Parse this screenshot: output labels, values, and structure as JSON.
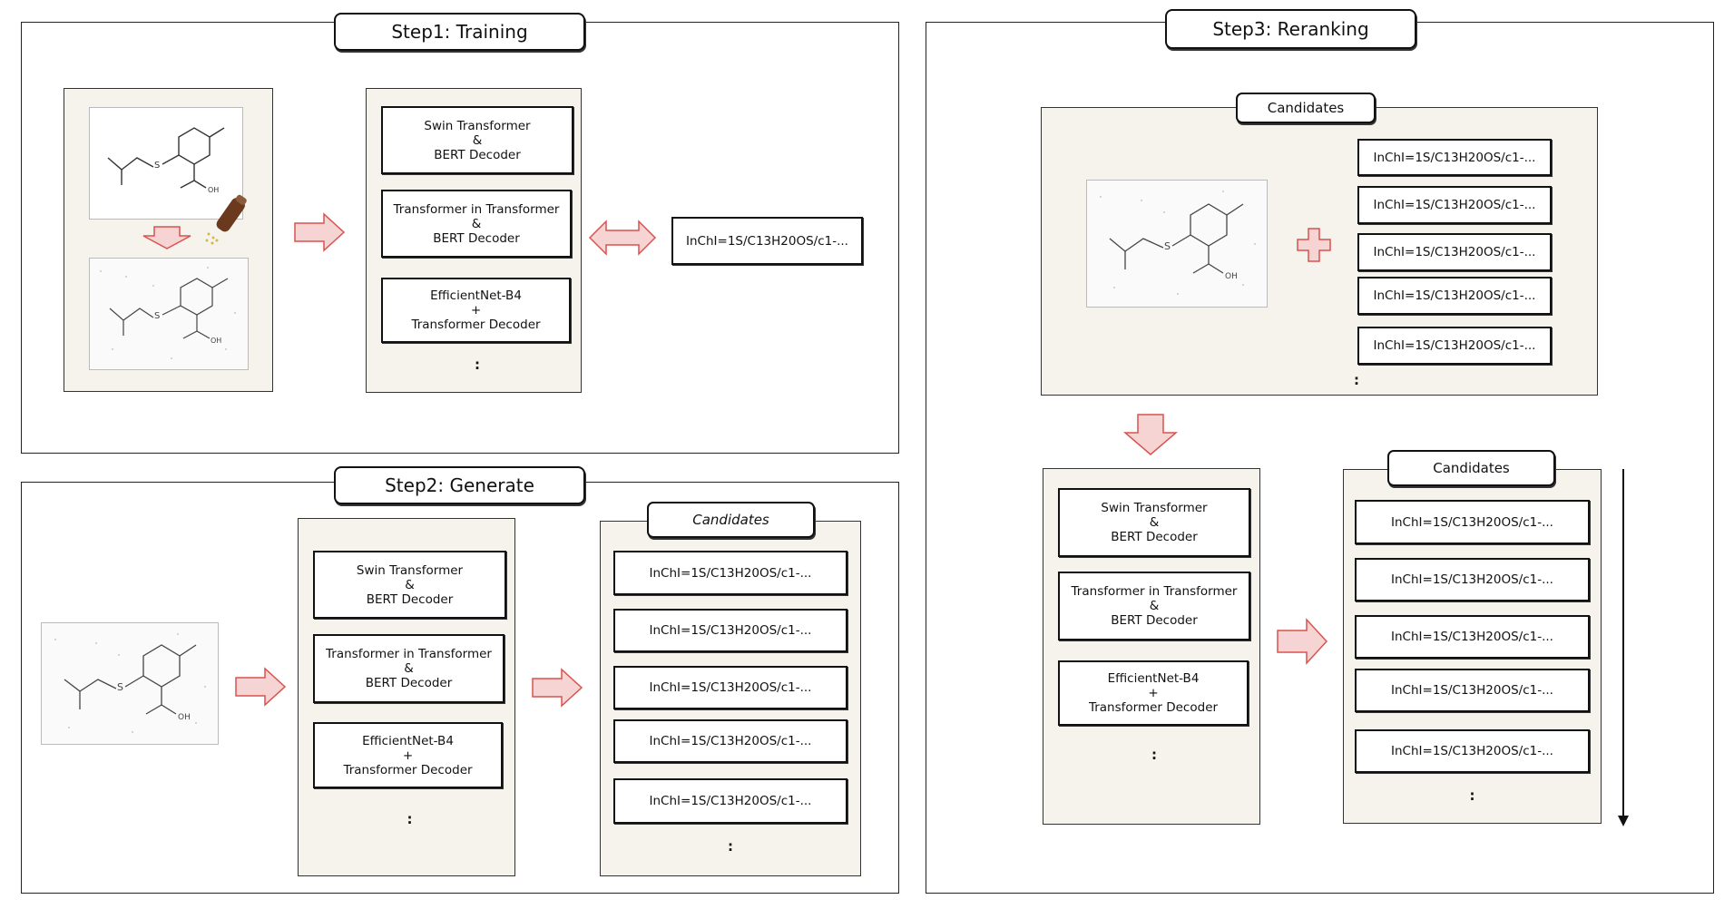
{
  "step1": {
    "title": "Step1: Training",
    "models": [
      {
        "name": "Swin Transformer",
        "joiner": "&",
        "decoder": "BERT Decoder"
      },
      {
        "name": "Transformer in Transformer",
        "joiner": "&",
        "decoder": "BERT Decoder"
      },
      {
        "name": "EfficientNet-B4",
        "joiner": "+",
        "decoder": "Transformer Decoder"
      }
    ],
    "ellipsis": ":",
    "target": "InChI=1S/C13H20OS/c1-..."
  },
  "step2": {
    "title": "Step2: Generate",
    "models": [
      {
        "name": "Swin Transformer",
        "joiner": "&",
        "decoder": "BERT Decoder"
      },
      {
        "name": "Transformer in Transformer",
        "joiner": "&",
        "decoder": "BERT Decoder"
      },
      {
        "name": "EfficientNet-B4",
        "joiner": "+",
        "decoder": "Transformer Decoder"
      }
    ],
    "ellipsis": ":",
    "candidates_label": "Candidates",
    "candidates": [
      "InChI=1S/C13H20OS/c1-...",
      "InChI=1S/C13H20OS/c1-...",
      "InChI=1S/C13H20OS/c1-...",
      "InChI=1S/C13H20OS/c1-...",
      "InChI=1S/C13H20OS/c1-..."
    ],
    "candidates_ellipsis": ":"
  },
  "step3": {
    "title": "Step3: Reranking",
    "candidates_label": "Candidates",
    "candidates": [
      "InChI=1S/C13H20OS/c1-...",
      "InChI=1S/C13H20OS/c1-...",
      "InChI=1S/C13H20OS/c1-...",
      "InChI=1S/C13H20OS/c1-...",
      "InChI=1S/C13H20OS/c1-..."
    ],
    "candidates_ellipsis": ":",
    "models": [
      {
        "name": "Swin Transformer",
        "joiner": "&",
        "decoder": "BERT Decoder"
      },
      {
        "name": "Transformer in Transformer",
        "joiner": "&",
        "decoder": "BERT Decoder"
      },
      {
        "name": "EfficientNet-B4",
        "joiner": "+",
        "decoder": "Transformer Decoder"
      }
    ],
    "ellipsis": ":",
    "ranked_label": "Candidates",
    "ranked": [
      "InChI=1S/C13H20OS/c1-...",
      "InChI=1S/C13H20OS/c1-...",
      "InChI=1S/C13H20OS/c1-...",
      "InChI=1S/C13H20OS/c1-...",
      "InChI=1S/C13H20OS/c1-..."
    ],
    "ranked_ellipsis": ":"
  },
  "molecule": {
    "sulfur": "S",
    "hydroxyl": "OH"
  },
  "colors": {
    "arrow_fill": "#f6d4d4",
    "arrow_stroke": "#d9534f",
    "cream": "#f5f3ec",
    "salt_shaker": "#6b3a1e"
  }
}
